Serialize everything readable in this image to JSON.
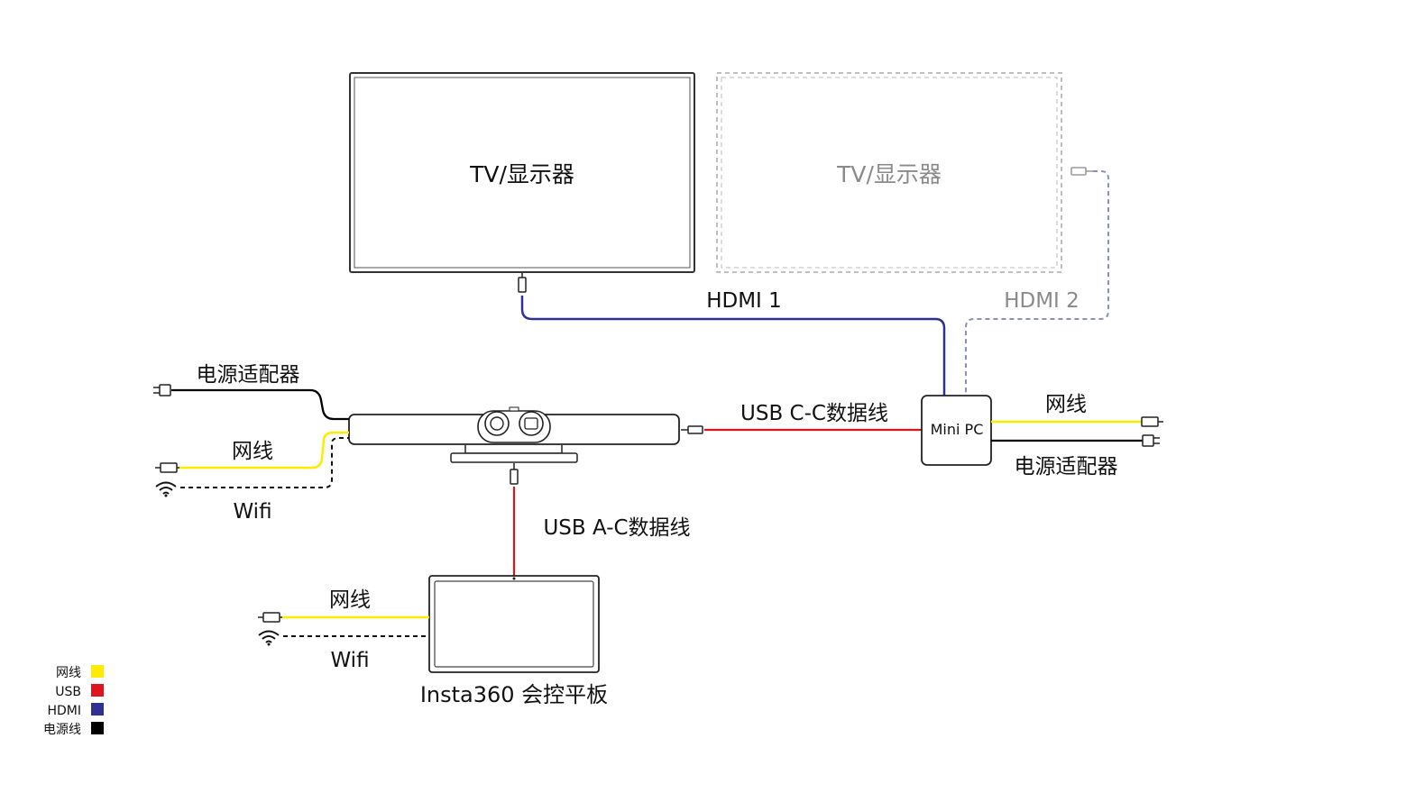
{
  "devices": {
    "tv_primary": "TV/显示器",
    "tv_secondary": "TV/显示器",
    "mini_pc": "Mini PC",
    "tablet": "Insta360 会控平板"
  },
  "cables": {
    "hdmi1": "HDMI 1",
    "hdmi2": "HDMI 2",
    "usb_cc": "USB C-C数据线",
    "usb_ac": "USB A-C数据线",
    "bar_power": "电源适配器",
    "bar_ethernet": "网线",
    "bar_wifi": "Wifi",
    "pc_ethernet": "网线",
    "pc_power": "电源适配器",
    "tablet_ethernet": "网线",
    "tablet_wifi": "Wifi"
  },
  "legend": [
    {
      "label": "网线",
      "color": "#ffeb00"
    },
    {
      "label": "USB",
      "color": "#e0141e"
    },
    {
      "label": "HDMI",
      "color": "#2e3192"
    },
    {
      "label": "电源线",
      "color": "#000000"
    }
  ],
  "colors": {
    "ethernet": "#ffeb00",
    "usb": "#e0141e",
    "hdmi": "#2e3192",
    "power": "#000000",
    "optional": "#8a8fb8"
  },
  "icons": {
    "power_plug": "power-plug-icon",
    "ethernet_plug": "ethernet-plug-icon",
    "wifi": "wifi-icon",
    "usb_connector": "usb-connector-icon"
  }
}
